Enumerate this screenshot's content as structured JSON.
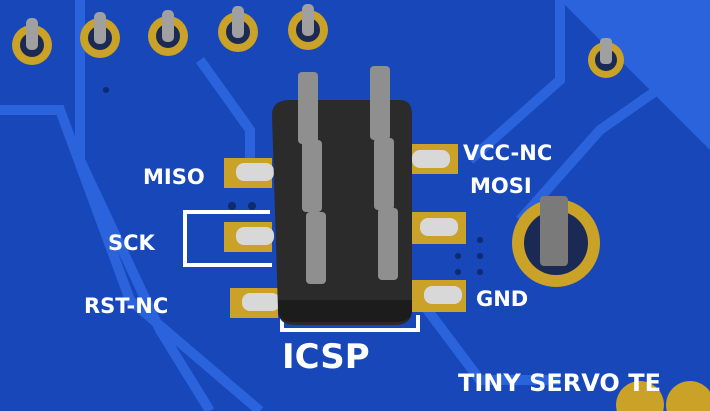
{
  "board": {
    "colors": {
      "substrate": "#1747b8",
      "copper": "#2058d0",
      "pad": "#c9a227",
      "header": "#2a2a2a",
      "pin": "#9a9a9a",
      "silkscreen": "#ffffff"
    },
    "labels": {
      "miso": "MISO",
      "vcc": "VCC-NC",
      "mosi": "MOSI",
      "sck": "SCK",
      "rst": "RST-NC",
      "gnd": "GND",
      "icsp": "ICSP",
      "servo": "TINY SERVO TE"
    }
  }
}
